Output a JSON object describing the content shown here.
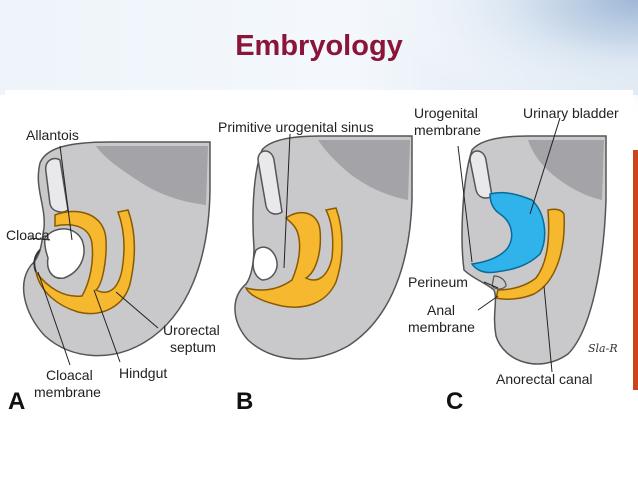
{
  "slide": {
    "title": "Embryology"
  },
  "figure": {
    "panels": [
      {
        "letter": "A",
        "labels": {
          "allantois": "Allantois",
          "cloaca": "Cloaca",
          "urorectal_1": "Urorectal",
          "urorectal_2": "septum",
          "cloacal_1": "Cloacal",
          "cloacal_2": "membrane",
          "hindgut": "Hindgut"
        }
      },
      {
        "letter": "B",
        "labels": {
          "sinus": "Primitive urogenital sinus"
        }
      },
      {
        "letter": "C",
        "labels": {
          "urogenital_1": "Urogenital",
          "urogenital_2": "membrane",
          "bladder": "Urinary bladder",
          "perineum": "Perineum",
          "anal_1": "Anal",
          "anal_2": "membrane",
          "anorectal": "Anorectal canal"
        }
      }
    ],
    "signature": "Sla-R"
  },
  "colors": {
    "title": "#8a1538",
    "tissue": "#c9c9cc",
    "tissue_dark": "#a4a4a8",
    "gut_yellow": "#f5b82e",
    "bladder_blue": "#2fb3ea"
  }
}
